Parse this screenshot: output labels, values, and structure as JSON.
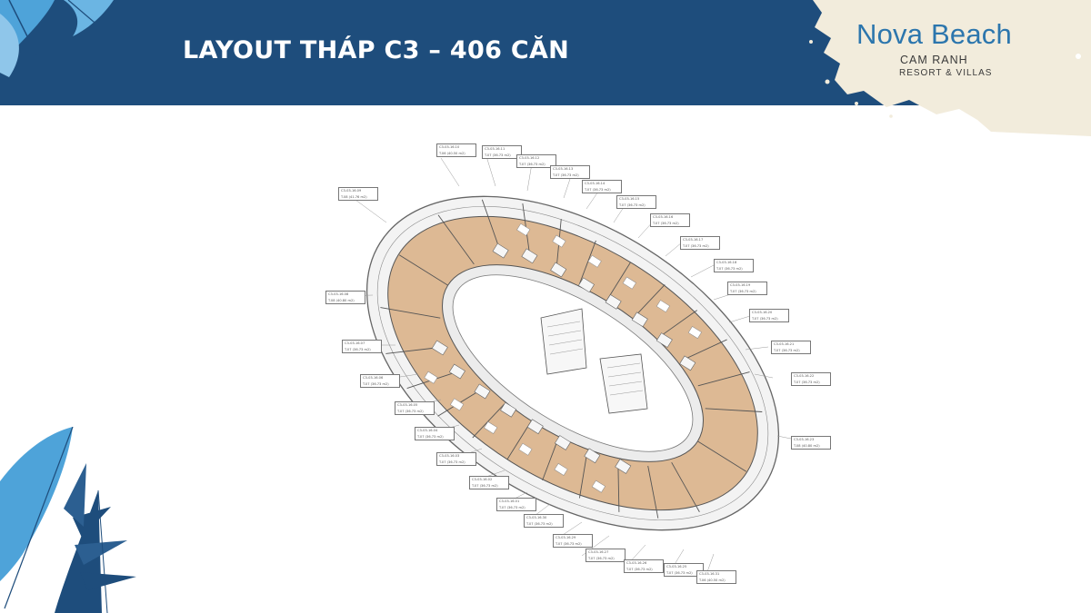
{
  "header": {
    "title": "LAYOUT THÁP C3 – 406 CĂN"
  },
  "logo": {
    "brand_part1": "Nova",
    "brand_part2": "Beach",
    "line1": "CAM RANH",
    "line2": "RESORT & VILLAS"
  },
  "colors": {
    "header_bg": "#1e4d7c",
    "logo_blue": "#2c76ad",
    "leaf_dark": "#1e4d7c",
    "leaf_light": "#4ea3d9",
    "unit_fill": "#ddb994"
  },
  "plan": {
    "units": [
      {
        "code": "C3-03-16.10",
        "area": "T.06 (40.50 m2)"
      },
      {
        "code": "C3-03-16.11",
        "area": "T.07 (36.73 m2)"
      },
      {
        "code": "C3-03-16.12",
        "area": "T.07 (36.73 m2)"
      },
      {
        "code": "C3-03-16.13",
        "area": "T.07 (36.73 m2)"
      },
      {
        "code": "C3-03-16.14",
        "area": "T.07 (36.73 m2)"
      },
      {
        "code": "C3-03-16.15",
        "area": "T.07 (36.73 m2)"
      },
      {
        "code": "C3-03-16.16",
        "area": "T.07 (36.73 m2)"
      },
      {
        "code": "C3-03-16.17",
        "area": "T.07 (36.73 m2)"
      },
      {
        "code": "C3-03-16.18",
        "area": "T.07 (36.73 m2)"
      },
      {
        "code": "C3-03-16.19",
        "area": "T.07 (36.73 m2)"
      },
      {
        "code": "C3-03-16.20",
        "area": "T.07 (36.73 m2)"
      },
      {
        "code": "C3-03-16.21",
        "area": "T.07 (36.73 m2)"
      },
      {
        "code": "C3-03-16.22",
        "area": "T.07 (36.73 m2)"
      },
      {
        "code": "C3-03-16.23",
        "area": "T.08 (40.80 m2)"
      },
      {
        "code": "C3-03-16.09",
        "area": "T.08 (41.76 m2)"
      },
      {
        "code": "C3-03-16.08",
        "area": "T.08 (40.80 m2)"
      },
      {
        "code": "C3-03-16.07",
        "area": "T.07 (36.73 m2)"
      },
      {
        "code": "C3-03-16.06",
        "area": "T.07 (36.73 m2)"
      },
      {
        "code": "C3-03-16.05",
        "area": "T.07 (36.73 m2)"
      },
      {
        "code": "C3-03-16.04",
        "area": "T.07 (36.73 m2)"
      },
      {
        "code": "C3-03-16.03",
        "area": "T.07 (36.73 m2)"
      },
      {
        "code": "C3-03-16.02",
        "area": "T.07 (36.73 m2)"
      },
      {
        "code": "C3-03-16.01",
        "area": "T.07 (36.73 m2)"
      },
      {
        "code": "C3-03-16.30",
        "area": "T.07 (36.73 m2)"
      },
      {
        "code": "C3-03-16.29",
        "area": "T.07 (36.73 m2)"
      },
      {
        "code": "C3-03-16.27",
        "area": "T.07 (36.73 m2)"
      },
      {
        "code": "C3-03-16.26",
        "area": "T.07 (36.73 m2)"
      },
      {
        "code": "C3-03-16.25",
        "area": "T.07 (36.73 m2)"
      },
      {
        "code": "C3-03-16.31",
        "area": "T.06 (40.50 m2)"
      }
    ]
  }
}
